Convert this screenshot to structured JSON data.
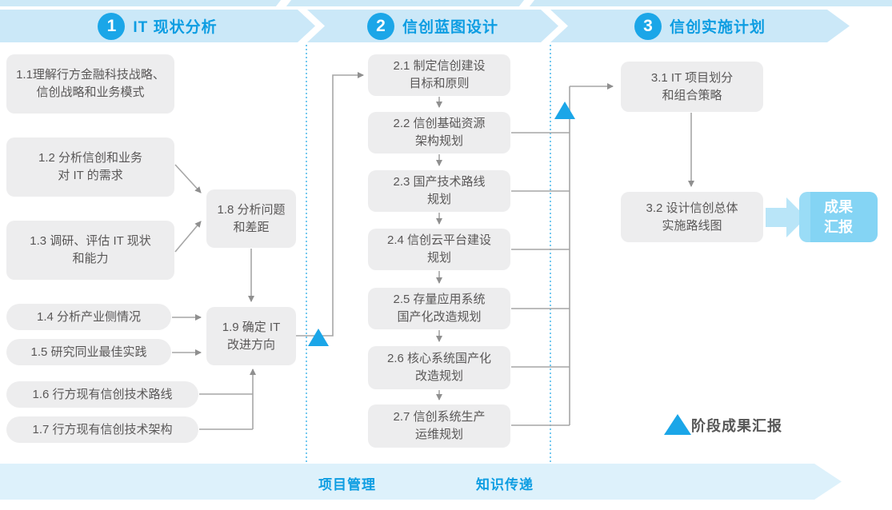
{
  "phases": [
    {
      "number": "1",
      "title": "IT 现状分析"
    },
    {
      "number": "2",
      "title": "信创蓝图设计"
    },
    {
      "number": "3",
      "title": "信创实施计划"
    }
  ],
  "boxes": {
    "b1_1": {
      "line1": "1.1理解行方金融科技战略、",
      "line2": "信创战略和业务模式"
    },
    "b1_2": {
      "line1": "1.2 分析信创和业务",
      "line2": "对 IT 的需求"
    },
    "b1_3": {
      "line1": "1.3 调研、评估 IT 现状",
      "line2": "和能力"
    },
    "b1_4": {
      "line1": "1.4 分析产业侧情况"
    },
    "b1_5": {
      "line1": "1.5 研究同业最佳实践"
    },
    "b1_6": {
      "line1": "1.6 行方现有信创技术路线"
    },
    "b1_7": {
      "line1": "1.7 行方现有信创技术架构"
    },
    "b1_8": {
      "line1": "1.8 分析问题",
      "line2": "和差距"
    },
    "b1_9": {
      "line1": "1.9 确定 IT",
      "line2": "改进方向"
    },
    "b2_1": {
      "line1": "2.1 制定信创建设",
      "line2": "目标和原则"
    },
    "b2_2": {
      "line1": "2.2 信创基础资源",
      "line2": "架构规划"
    },
    "b2_3": {
      "line1": "2.3 国产技术路线",
      "line2": "规划"
    },
    "b2_4": {
      "line1": "2.4 信创云平台建设",
      "line2": "规划"
    },
    "b2_5": {
      "line1": "2.5 存量应用系统",
      "line2": "国产化改造规划"
    },
    "b2_6": {
      "line1": "2.6 核心系统国产化",
      "line2": "改造规划"
    },
    "b2_7": {
      "line1": "2.7 信创系统生产",
      "line2": "运维规划"
    },
    "b3_1": {
      "line1": "3.1 IT 项目划分",
      "line2": "和组合策略"
    },
    "b3_2": {
      "line1": "3.2 设计信创总体",
      "line2": "实施路线图"
    }
  },
  "deliverable": {
    "line1": "成果",
    "line2": "汇报"
  },
  "footer": {
    "left": "项目管理",
    "right": "知识传递"
  },
  "legend": {
    "label": "阶段成果汇报"
  },
  "colors": {
    "accent_blue": "#1ba6e8",
    "banner_bg": "#cbe8f8",
    "footer_bg": "#ddf1fb",
    "banner_text": "#0d9de2",
    "box_bg": "#ededee",
    "box_text": "#595757",
    "connector_gray": "#a6a6a6",
    "deliverable_bg": "#84d4f4",
    "divider_dotted": "#74c9f0"
  }
}
